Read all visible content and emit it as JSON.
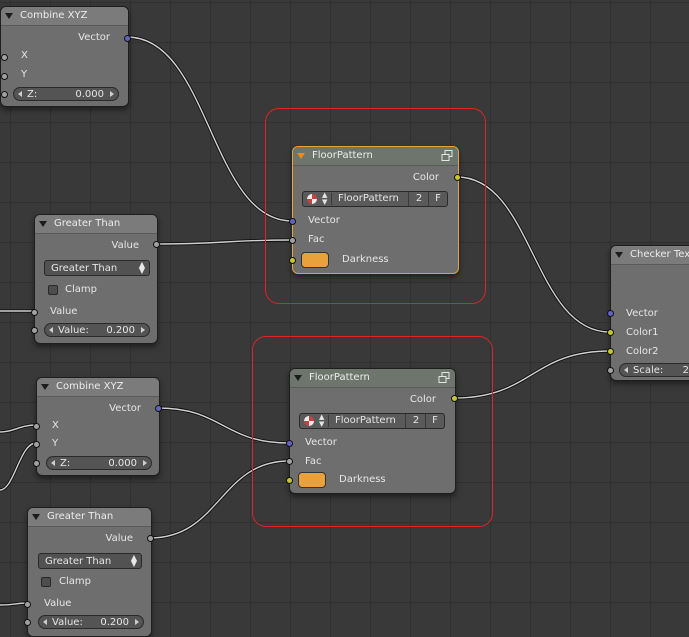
{
  "editor": "node-editor",
  "colors": {
    "background": "#393939",
    "node_body": "#6e6e6e",
    "frame_outline": "#d92626",
    "active_outline": "#e7a13b",
    "socket_vector": "#6363c7",
    "socket_color": "#c7c729",
    "socket_value": "#a1a1a1",
    "darkness_color": "#e9a13b",
    "wire": "#d0d0d0"
  },
  "nodes": {
    "combine_xyz_1": {
      "title": "Combine XYZ",
      "output": "Vector",
      "x": "X",
      "y": "Y",
      "z_label": "Z:",
      "z_value": "0.000"
    },
    "combine_xyz_2": {
      "title": "Combine XYZ",
      "output": "Vector",
      "x": "X",
      "y": "Y",
      "z_label": "Z:",
      "z_value": "0.000"
    },
    "greater_than_1": {
      "title": "Greater Than",
      "output": "Value",
      "operation": "Greater Than",
      "clamp": "Clamp",
      "clamp_checked": false,
      "input": "Value",
      "value_label": "Value:",
      "value_value": "0.200"
    },
    "greater_than_2": {
      "title": "Greater Than",
      "output": "Value",
      "operation": "Greater Than",
      "clamp": "Clamp",
      "clamp_checked": false,
      "input": "Value",
      "value_label": "Value:",
      "value_value": "0.200"
    },
    "floor_pattern_1": {
      "title": "FloorPattern",
      "active": true,
      "output": "Color",
      "datablock": "FloorPattern",
      "users": "2",
      "fake_user": "F",
      "in_vector": "Vector",
      "in_fac": "Fac",
      "in_darkness": "Darkness"
    },
    "floor_pattern_2": {
      "title": "FloorPattern",
      "active": false,
      "output": "Color",
      "datablock": "FloorPattern",
      "users": "2",
      "fake_user": "F",
      "in_vector": "Vector",
      "in_fac": "Fac",
      "in_darkness": "Darkness"
    },
    "checker_texture": {
      "title": "Checker Tex",
      "in_vector": "Vector",
      "in_color1": "Color1",
      "in_color2": "Color2",
      "scale_label": "Scale:",
      "scale_value": "2"
    }
  }
}
